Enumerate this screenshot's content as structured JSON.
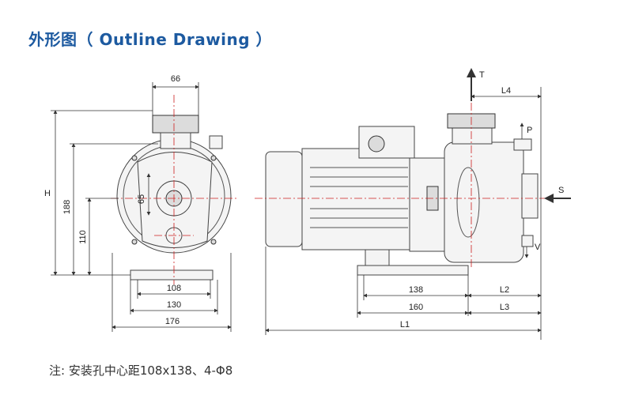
{
  "title": "外形图（ Outline Drawing ）",
  "note": "注: 安装孔中心距108x138、4-Φ8",
  "front_view": {
    "dim_top": "66",
    "dim_height": "H",
    "dim_188": "188",
    "dim_110": "110",
    "dim_65": "65",
    "dim_108": "108",
    "dim_130": "130",
    "dim_176": "176"
  },
  "side_view": {
    "arrow_t": "T",
    "dim_l4": "L4",
    "arrow_p": "P",
    "arrow_s": "S",
    "arrow_v": "V",
    "dim_138": "138",
    "dim_160": "160",
    "dim_l1": "L1",
    "dim_l2": "L2",
    "dim_l3": "L3"
  },
  "colors": {
    "title": "#1d5aa0",
    "centerline": "#cc1f1f"
  }
}
